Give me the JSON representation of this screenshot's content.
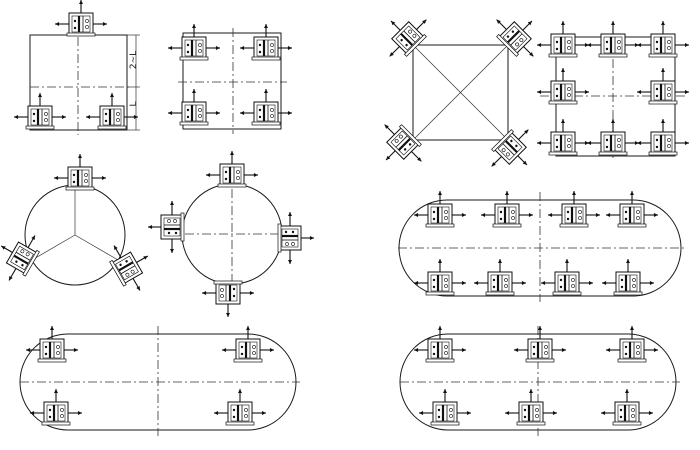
{
  "diagram": {
    "title": "",
    "stroke_color": "#1a1a1a",
    "background": "#ffffff",
    "annotations": {
      "dimension_label": "2~L",
      "dimension_label_short": "L"
    },
    "icons": [
      "unit-icon",
      "arrow-icon"
    ],
    "figures": [
      {
        "name": "fig-square-three",
        "shape": "rectangle",
        "units": 3
      },
      {
        "name": "fig-square-four",
        "shape": "rectangle",
        "units": 4
      },
      {
        "name": "fig-diagonal-square",
        "shape": "rectangle-diagonals",
        "units": 4
      },
      {
        "name": "fig-square-eight",
        "shape": "rectangle",
        "units": 8
      },
      {
        "name": "fig-circle-three",
        "shape": "circle",
        "units": 3
      },
      {
        "name": "fig-circle-four",
        "shape": "circle",
        "units": 4
      },
      {
        "name": "fig-stadium-eight",
        "shape": "stadium",
        "units": 8
      },
      {
        "name": "fig-stadium-four",
        "shape": "stadium",
        "units": 4
      },
      {
        "name": "fig-stadium-six",
        "shape": "stadium",
        "units": 6
      }
    ]
  }
}
